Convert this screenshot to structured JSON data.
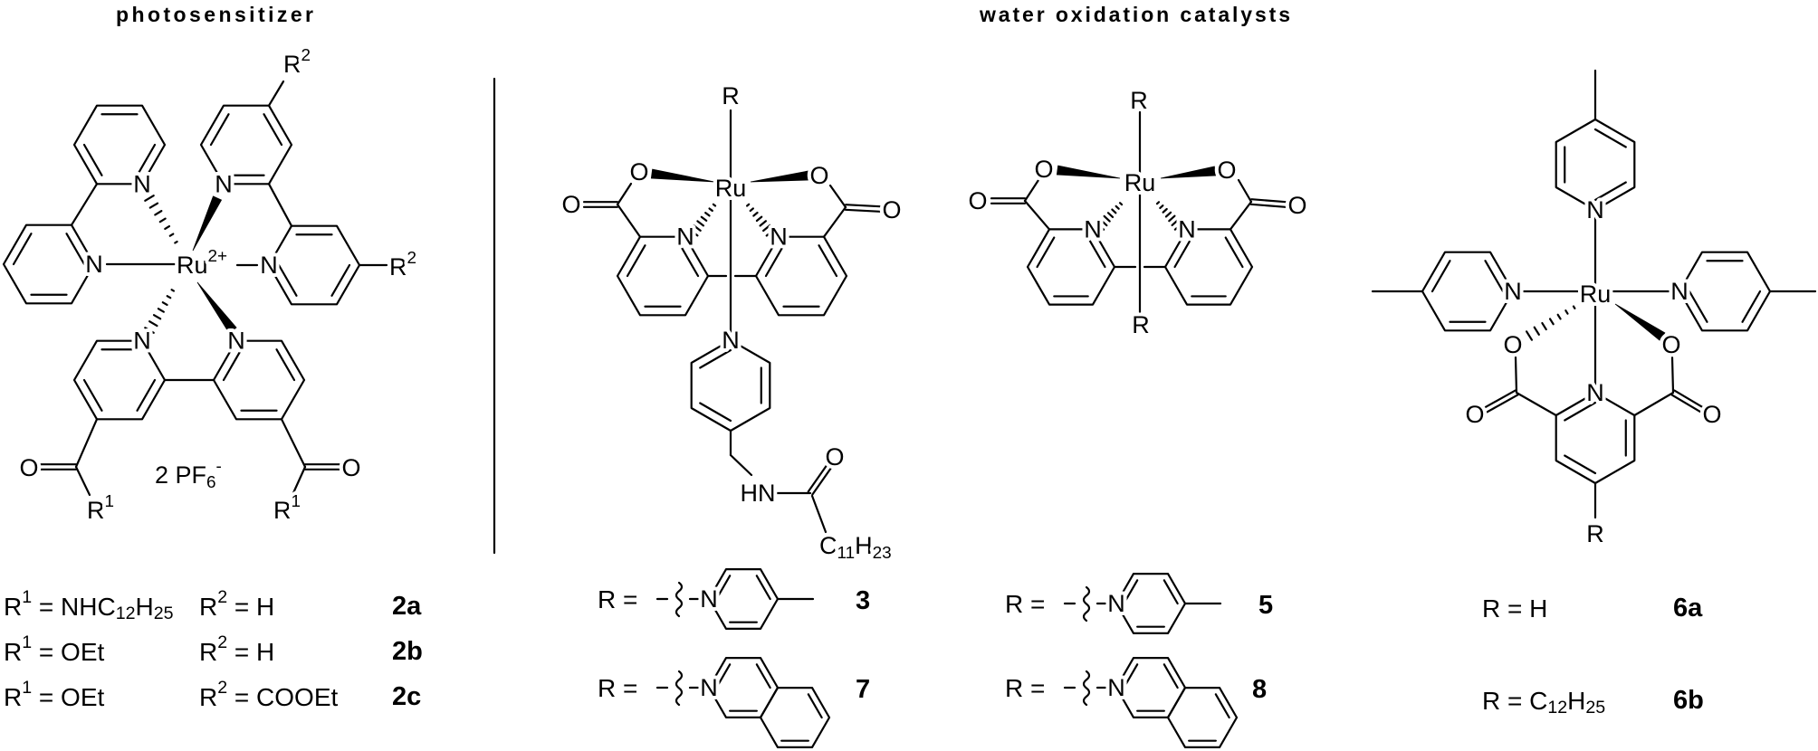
{
  "headers": {
    "photosensitizer": "photosensitizer",
    "catalysts": "water oxidation catalysts"
  },
  "atoms": {
    "N": "N",
    "O": "O",
    "Ru": "Ru",
    "R": "R",
    "HN": "HN",
    "charge": "2+",
    "sup1": "1",
    "sup2": "2"
  },
  "counterion": [
    "2 PF",
    "6",
    "-"
  ],
  "side_chain": [
    "C",
    "11",
    "H",
    "23"
  ],
  "photosensitizer_variants": [
    {
      "r1_parts": [
        "R",
        "1",
        " = NHC",
        "12",
        "H",
        "25"
      ],
      "r2_parts": [
        "R",
        "2",
        " = H"
      ],
      "id": "2a"
    },
    {
      "r1_parts": [
        "R",
        "1",
        " = OEt"
      ],
      "r2_parts": [
        "R",
        "2",
        " = H"
      ],
      "id": "2b"
    },
    {
      "r1_parts": [
        "R",
        "1",
        " = OEt"
      ],
      "r2_parts": [
        "R",
        "2",
        " = COOEt"
      ],
      "id": "2c"
    }
  ],
  "catalyst_substituents": [
    {
      "label": "R =",
      "id": "3"
    },
    {
      "label": "R =",
      "id": "7"
    },
    {
      "label": "R =",
      "id": "5"
    },
    {
      "label": "R =",
      "id": "8"
    }
  ],
  "catalyst_6_variants": [
    {
      "label": "R = ",
      "value_parts": [
        "H"
      ],
      "id": "6a"
    },
    {
      "label": "R = ",
      "value_parts": [
        "C",
        "12",
        "H",
        "25"
      ],
      "id": "6b"
    }
  ]
}
